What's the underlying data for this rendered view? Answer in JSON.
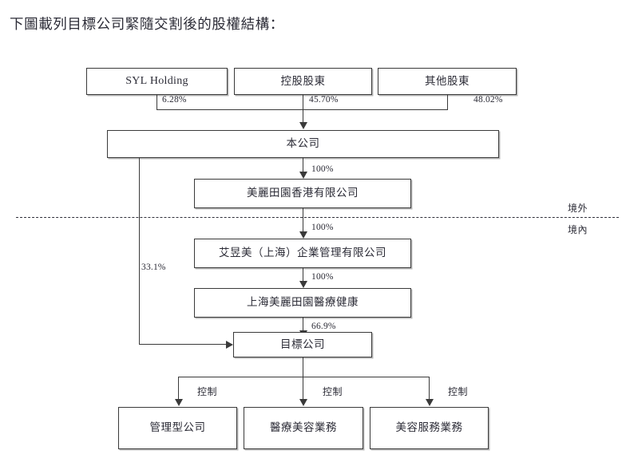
{
  "heading": "下圖載列目標公司緊隨交割後的股權結構：",
  "zones": {
    "offshore": "境外",
    "onshore": "境內"
  },
  "shareholders": [
    {
      "label": "SYL Holding",
      "percent": "6.28%"
    },
    {
      "label": "控股股東",
      "percent": "45.70%"
    },
    {
      "label": "其他股東",
      "percent": "48.02%"
    }
  ],
  "company": {
    "label": "本公司"
  },
  "chain": [
    {
      "label": "美麗田園香港有限公司",
      "percent": "100%"
    },
    {
      "label": "艾昱美（上海）企業管理有限公司",
      "percent": "100%"
    },
    {
      "label": "上海美麗田園醫療健康",
      "percent": "100%"
    }
  ],
  "target": {
    "label": "目標公司",
    "percent_from_chain": "66.9%",
    "percent_from_company": "33.1%"
  },
  "subsidiaries": [
    {
      "label": "管理型公司",
      "relation": "控制"
    },
    {
      "label": "醫療美容業務",
      "relation": "控制"
    },
    {
      "label": "美容服務業務",
      "relation": "控制"
    }
  ],
  "colors": {
    "line": "#3a3a3a",
    "text": "#2b2b36",
    "shadow": "#b9b9b9",
    "background": "#ffffff"
  }
}
